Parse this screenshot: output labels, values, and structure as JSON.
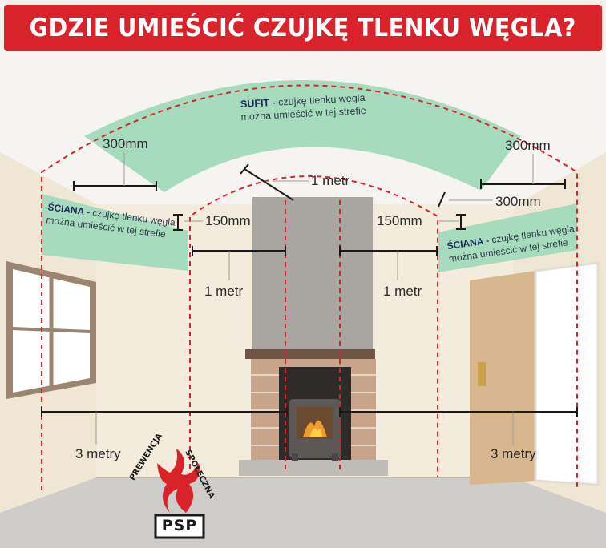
{
  "title": "GDZIE UMIEŚCIĆ CZUJKĘ TLENKU WĘGLA?",
  "ceiling_zone": {
    "heading": "SUFIT -",
    "line1_rest": " czujkę tlenku węgla",
    "line2": "można umieścić w tej strefie"
  },
  "wall_zone_left": {
    "heading": "ŚCIANA -",
    "line1_rest": " czujkę tlenku węgla",
    "line2": "można umieścić w tej strefie"
  },
  "wall_zone_right": {
    "heading": "ŚCIANA -",
    "line1_rest": " czujkę tlenku węgla",
    "line2": "można umieścić w tej strefie"
  },
  "measurements": {
    "ceiling_left": "300mm",
    "ceiling_right": "300mm",
    "ceiling_side_right": "300mm",
    "top_center": "1 metr",
    "wall_left_150": "150mm",
    "wall_right_150": "150mm",
    "side_left_1m": "1 metr",
    "side_right_1m": "1 metr",
    "floor_left_3m": "3 metry",
    "floor_right_3m": "3 metry"
  },
  "logo": {
    "arc_left": "PREWENCJA",
    "arc_right": "SPOŁECZNA",
    "acronym": "PSP",
    "colors": {
      "flame": "#d9232a",
      "text": "#1a1a1a"
    }
  },
  "colors": {
    "title_bg": "#d9232a",
    "zone_fill": "#9fd9b8",
    "dashed_line": "#d9232a",
    "wall": "#f2ead9",
    "floor": "#cfcdca",
    "chimney": "#a9a6a1"
  }
}
